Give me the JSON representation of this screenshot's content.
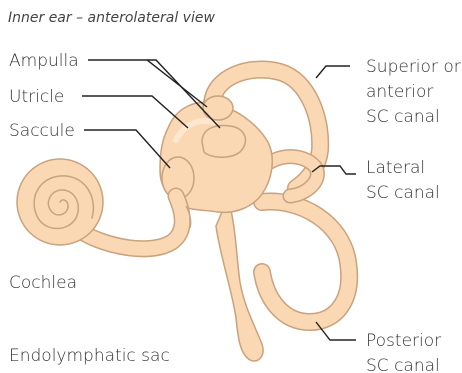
{
  "title": "Inner ear – anterolateral view",
  "labels": {
    "ampulla": "Ampulla",
    "utricle": "Utricle",
    "saccule": "Saccule",
    "cochlea": "Cochlea",
    "endolymphatic_sac": "Endolymphatic sac",
    "superior_line1": "Superior or",
    "superior_line2": "anterior",
    "superior_line3": "SC canal",
    "lateral_line1": "Lateral",
    "lateral_line2": "SC canal",
    "posterior_line1": "Posterior",
    "posterior_line2": "SC canal"
  },
  "colors": {
    "tissue_fill": "#f9d8b3",
    "tissue_outline": "#c9a27e",
    "tissue_highlight": "#fde8cf",
    "text": "#333333"
  }
}
